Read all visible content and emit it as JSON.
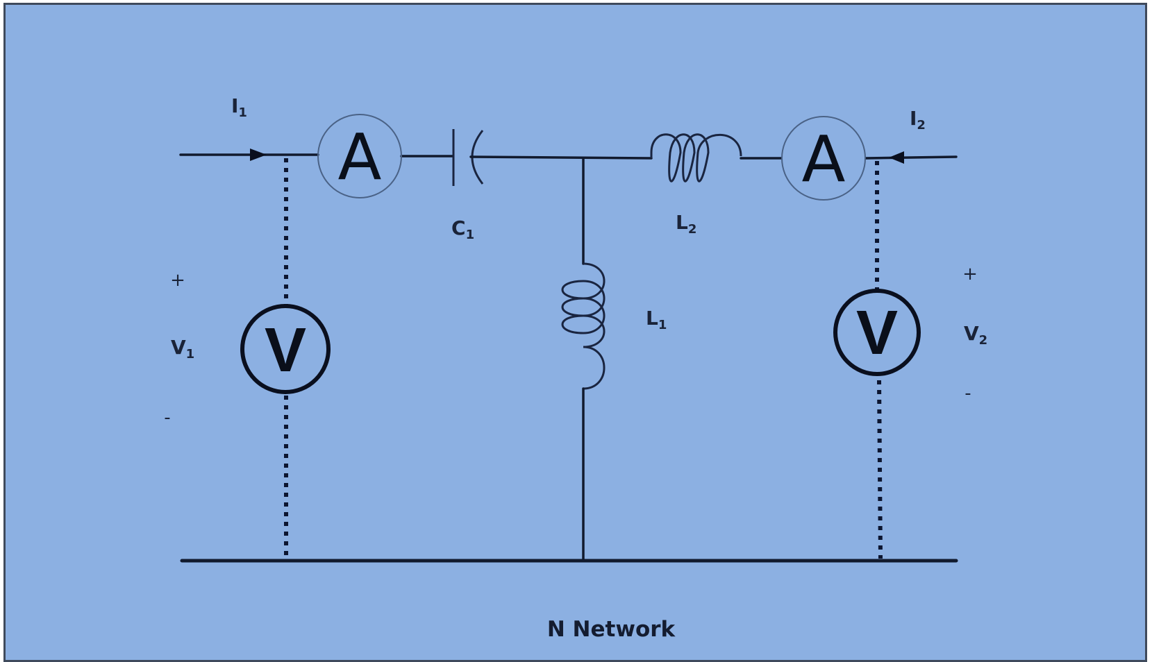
{
  "diagram": {
    "title": "N Network",
    "background_color": "#8cb0e2",
    "components": {
      "ammeter_left": {
        "symbol": "A"
      },
      "ammeter_right": {
        "symbol": "A"
      },
      "voltmeter_left": {
        "symbol": "V"
      },
      "voltmeter_right": {
        "symbol": "V"
      },
      "capacitor": {
        "label": "C",
        "subscript": "1"
      },
      "inductor_series": {
        "label": "L",
        "subscript": "2"
      },
      "inductor_shunt": {
        "label": "L",
        "subscript": "1"
      }
    },
    "currents": {
      "input": {
        "label": "I",
        "subscript": "1"
      },
      "output": {
        "label": "I",
        "subscript": "2"
      }
    },
    "voltages": {
      "input": {
        "label": "V",
        "subscript": "1",
        "plus": "+",
        "minus": "-"
      },
      "output": {
        "label": "V",
        "subscript": "2",
        "plus": "+",
        "minus": "-"
      }
    }
  }
}
